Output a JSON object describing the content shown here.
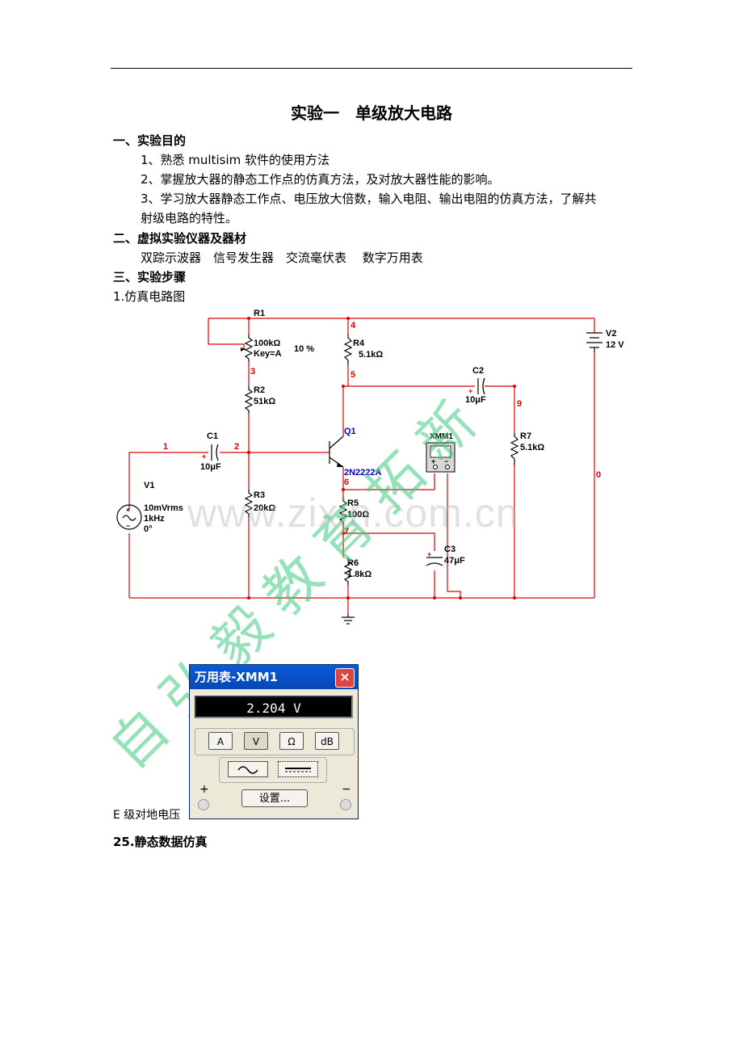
{
  "doc": {
    "title": "实验一　单级放大电路",
    "s1_heading": "一、实验目的",
    "s1_items": [
      "1、熟悉 multisim 软件的使用方法",
      "2、掌握放大器的静态工作点的仿真方法，及对放大器性能的影响。",
      "3、学习放大器静态工作点、电压放大倍数，输入电阻、输出电阻的仿真方法，了解共",
      "射级电路的特性。"
    ],
    "s2_heading": "二、虚拟实验仪器及器材",
    "s2_text": "双踪示波器　信号发生器　交流毫伏表　 数字万用表",
    "s3_heading": "三、实验步骤",
    "step1": "1.仿真电路图",
    "e_label": "E 级对地电压",
    "step25": "25.静态数据仿真",
    "watermark_url": "www.zixin.com.cn",
    "watermark_cn": "自 弘 毅 教 育 拓 新"
  },
  "circuit": {
    "R1": {
      "name": "R1",
      "value": "100kΩ",
      "key": "Key=A",
      "pct": "10 %"
    },
    "R2": {
      "name": "R2",
      "value": "51kΩ"
    },
    "R3": {
      "name": "R3",
      "value": "20kΩ"
    },
    "R4": {
      "name": "R4",
      "value": "5.1kΩ"
    },
    "R5": {
      "name": "R5",
      "value": "100Ω"
    },
    "R6": {
      "name": "R6",
      "value": "1.8kΩ"
    },
    "R7": {
      "name": "R7",
      "value": "5.1kΩ"
    },
    "C1": {
      "name": "C1",
      "value": "10μF"
    },
    "C2": {
      "name": "C2",
      "value": "10μF"
    },
    "C3": {
      "name": "C3",
      "value": "47μF"
    },
    "Q1": {
      "name": "Q1",
      "model": "2N2222A"
    },
    "V1": {
      "name": "V1",
      "amp": "10mVrms",
      "freq": "1kHz",
      "phase": "0°"
    },
    "V2": {
      "name": "V2",
      "value": "12 V"
    },
    "XMM1": "XMM1",
    "nodes": [
      "1",
      "2",
      "3",
      "4",
      "5",
      "6",
      "7",
      "9",
      "0"
    ],
    "plus": "+",
    "minus": "−"
  },
  "multimeter": {
    "title": "万用表-XMM1",
    "close": "×",
    "reading": "2.204 V",
    "buttons": [
      "A",
      "V",
      "Ω",
      "dB"
    ],
    "settings": "设置...",
    "plus": "+",
    "minus": "−"
  },
  "colors": {
    "wire": "#e00000",
    "node": "#e00000",
    "ql": "#0000cc",
    "watermark": "#3ec97e"
  }
}
